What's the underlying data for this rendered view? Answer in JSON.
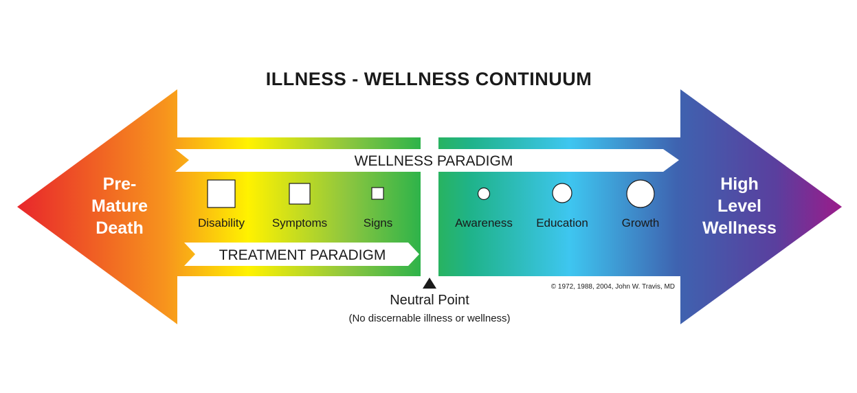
{
  "diagram": {
    "title": "ILLNESS - WELLNESS CONTINUUM",
    "left_end": {
      "lines": [
        "Pre-",
        "Mature",
        "Death"
      ]
    },
    "right_end": {
      "lines": [
        "High",
        "Level",
        "Wellness"
      ]
    },
    "wellness_paradigm": "WELLNESS PARADIGM",
    "treatment_paradigm": "TREATMENT PARADIGM",
    "illness_stages": [
      {
        "label": "Disability",
        "shape": "square",
        "size": "large"
      },
      {
        "label": "Symptoms",
        "shape": "square",
        "size": "medium"
      },
      {
        "label": "Signs",
        "shape": "square",
        "size": "small"
      }
    ],
    "wellness_stages": [
      {
        "label": "Awareness",
        "shape": "circle",
        "size": "small"
      },
      {
        "label": "Education",
        "shape": "circle",
        "size": "medium"
      },
      {
        "label": "Growth",
        "shape": "circle",
        "size": "large"
      }
    ],
    "neutral_point": {
      "title": "Neutral Point",
      "subtitle": "(No discernable illness or wellness)"
    },
    "copyright": "© 1972, 1988, 2004, John W. Travis, MD",
    "colors": {
      "red": "#e8262b",
      "orange": "#f7941d",
      "yellow": "#fff200",
      "green": "#2db34a",
      "cyan": "#3ec6f0",
      "blue": "#3e63b0",
      "purple": "#9b1b8a"
    }
  }
}
